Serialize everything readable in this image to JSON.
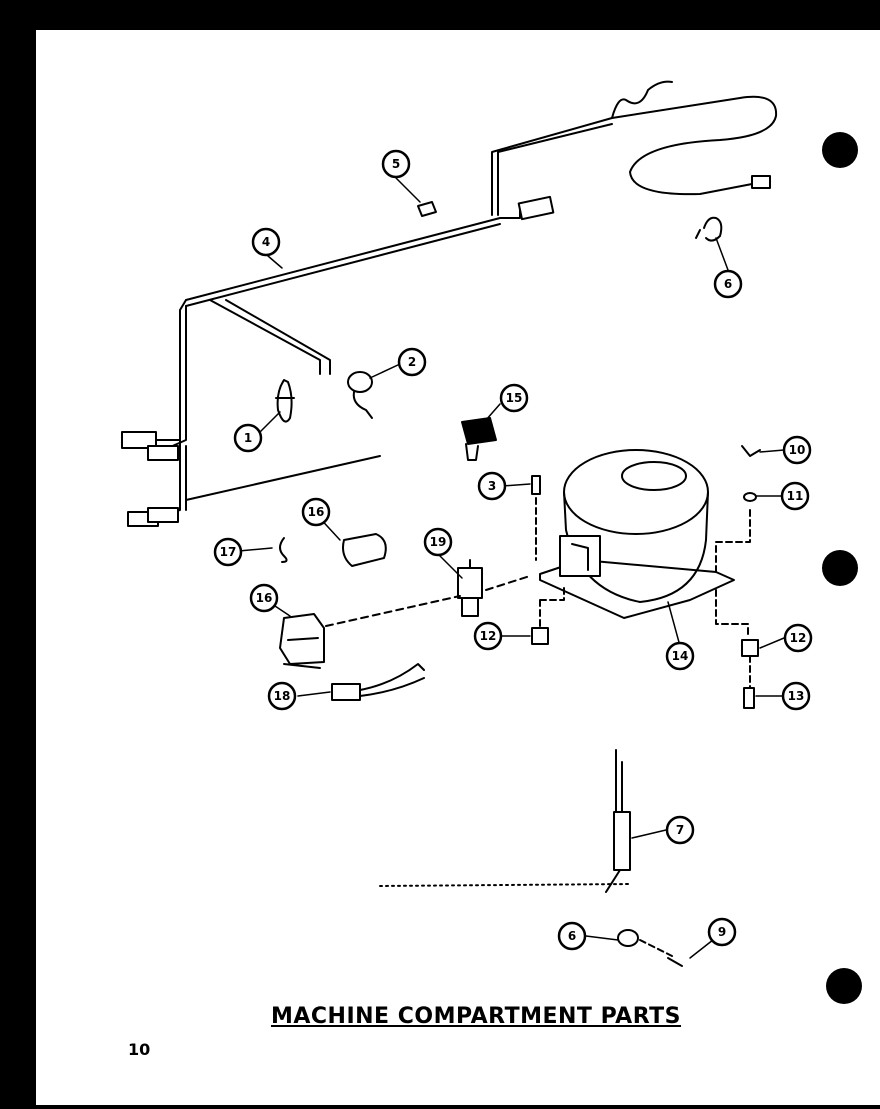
{
  "title": "MACHINE COMPARTMENT PARTS",
  "page_number": "10",
  "callouts": [
    {
      "id": "c1",
      "label": "1"
    },
    {
      "id": "c2",
      "label": "2"
    },
    {
      "id": "c3",
      "label": "3"
    },
    {
      "id": "c4",
      "label": "4"
    },
    {
      "id": "c5",
      "label": "5"
    },
    {
      "id": "c6a",
      "label": "6"
    },
    {
      "id": "c6b",
      "label": "6"
    },
    {
      "id": "c7",
      "label": "7"
    },
    {
      "id": "c9",
      "label": "9"
    },
    {
      "id": "c10",
      "label": "10"
    },
    {
      "id": "c11",
      "label": "11"
    },
    {
      "id": "c12a",
      "label": "12"
    },
    {
      "id": "c12b",
      "label": "12"
    },
    {
      "id": "c13",
      "label": "13"
    },
    {
      "id": "c14",
      "label": "14"
    },
    {
      "id": "c15",
      "label": "15"
    },
    {
      "id": "c16a",
      "label": "16"
    },
    {
      "id": "c16b",
      "label": "16"
    },
    {
      "id": "c17",
      "label": "17"
    },
    {
      "id": "c18",
      "label": "18"
    },
    {
      "id": "c19",
      "label": "19"
    }
  ]
}
